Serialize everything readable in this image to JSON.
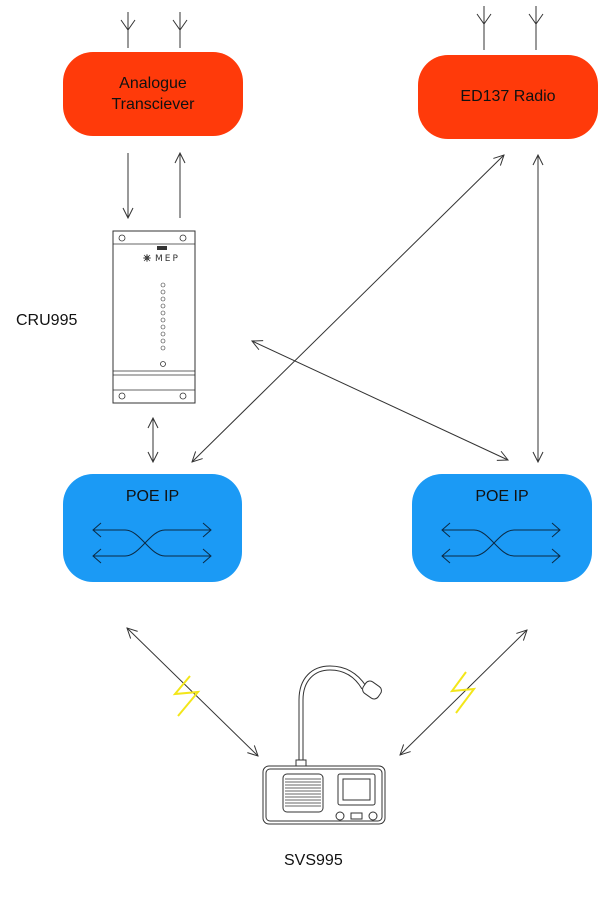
{
  "nodes": {
    "analogue": {
      "line1": "Analogue",
      "line2": "Transciever"
    },
    "ed137": {
      "label": "ED137 Radio"
    },
    "poe_left": {
      "label": "POE IP"
    },
    "poe_right": {
      "label": "POE IP"
    }
  },
  "devices": {
    "cru": {
      "label": "CRU995",
      "brand": "MEP"
    },
    "svs": {
      "label": "SVS995"
    }
  },
  "colors": {
    "radio_node": "#ff3a0a",
    "network_node": "#1b9af5",
    "lightning": "#f3e61a",
    "line": "#333333"
  },
  "icons": [
    "antenna-icon",
    "switch-icon",
    "lightning-icon",
    "cru-device-icon",
    "desk-microphone-icon"
  ]
}
